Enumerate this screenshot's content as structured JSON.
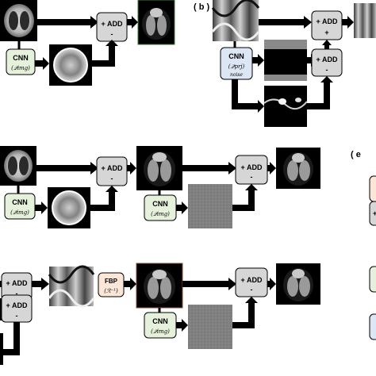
{
  "panels": {
    "b": "( b )",
    "e": "( e"
  },
  "nodes": {
    "add": "+ ADD",
    "minus": "-",
    "plus": "+",
    "cnn": "CNN",
    "fbp": "FBP"
  },
  "operators": {
    "q_img": "(𝒬img)",
    "q_prj": "(𝒬prj)",
    "r_inv": "(ℛ⁻¹)",
    "noise": "noise"
  },
  "colors": {
    "add_fill": "#d6d6d6",
    "cnn_img_fill": "#e5f1db",
    "cnn_prj_fill": "#dde6f4",
    "fbp_fill": "#fbe6d7",
    "arrow": "#000000"
  }
}
